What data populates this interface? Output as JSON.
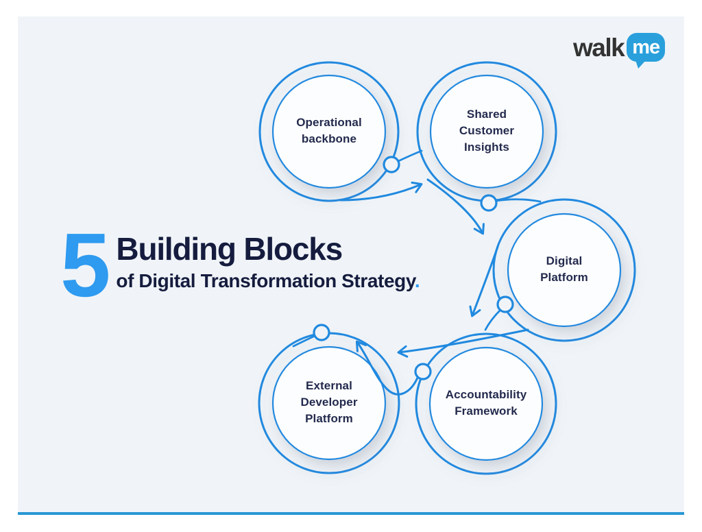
{
  "brand": {
    "walk": "walk",
    "me": "me"
  },
  "title": {
    "number": "5",
    "heading": "Building Blocks",
    "subheading": "of Digital Transformation Strategy",
    "subheading_period": "."
  },
  "diagram": {
    "nodes": [
      {
        "label": "Operational\nbackbone"
      },
      {
        "label": "Shared\nCustomer\nInsights"
      },
      {
        "label": "Digital\nPlatform"
      },
      {
        "label": "Accountability\nFramework"
      },
      {
        "label": "External\nDeveloper\nPlatform"
      }
    ],
    "flow_order": [
      "Operational backbone",
      "Shared Customer Insights",
      "Digital Platform",
      "Accountability Framework",
      "External Developer Platform"
    ]
  },
  "colors": {
    "accent_blue": "#2089df",
    "title_number_blue": "#2e9af0",
    "navy_text": "#151c3e",
    "logo_bubble_blue": "#29a0dc",
    "panel_background": "#f0f4f8",
    "bottom_rule_blue": "#2897d3"
  }
}
